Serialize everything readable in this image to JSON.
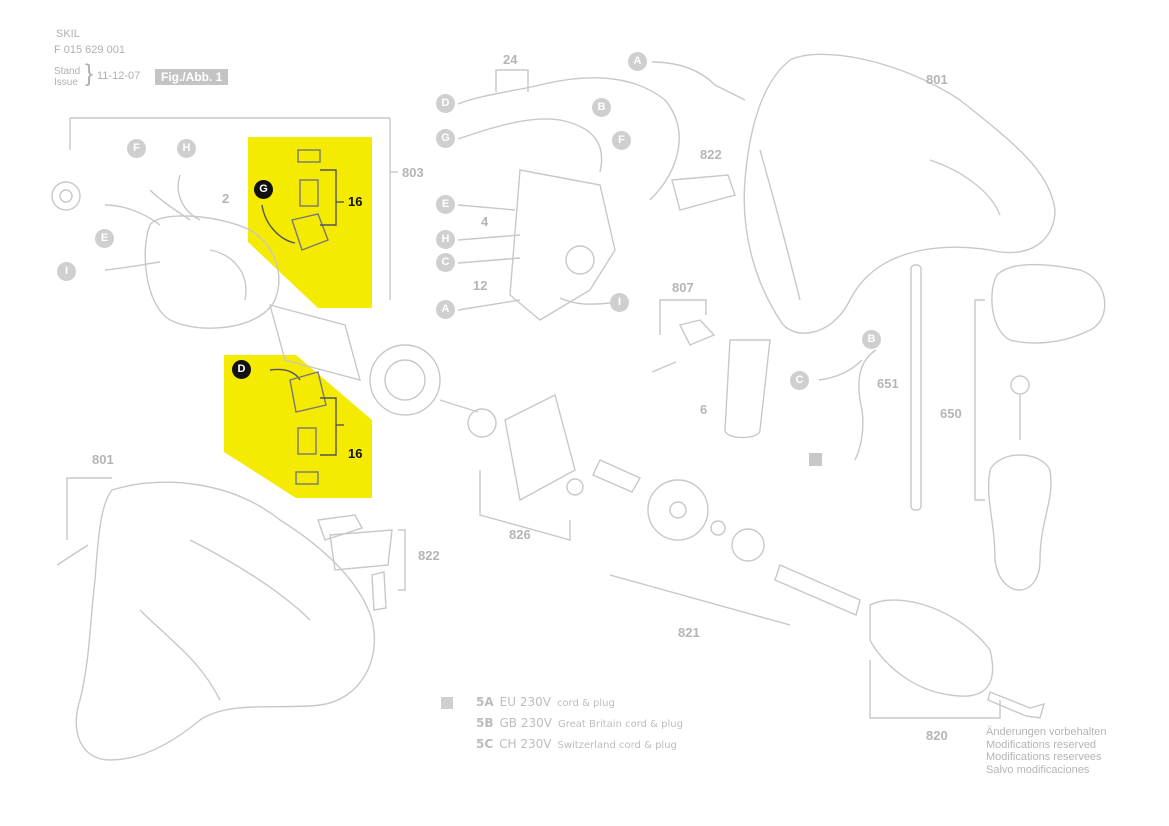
{
  "header": {
    "brand": "SKIL",
    "part_number": "F 015 629 001",
    "stand_label": "Stand",
    "issue_label": "Issue",
    "date": "11-12-07",
    "figure_label": "Fig./Abb. 1"
  },
  "callouts": {
    "A": "A",
    "B": "B",
    "C": "C",
    "D": "D",
    "E": "E",
    "F": "F",
    "G": "G",
    "H": "H",
    "I": "I"
  },
  "part_numbers": {
    "p2": "2",
    "p4": "4",
    "p6": "6",
    "p12": "12",
    "p16": "16",
    "p24": "24",
    "p650": "650",
    "p651": "651",
    "p801": "801",
    "p803": "803",
    "p807": "807",
    "p820": "820",
    "p821": "821",
    "p822": "822",
    "p826": "826"
  },
  "legend": [
    {
      "code": "5A",
      "voltage": "EU 230V",
      "description": "cord & plug"
    },
    {
      "code": "5B",
      "voltage": "GB 230V",
      "description": "Great Britain cord & plug"
    },
    {
      "code": "5C",
      "voltage": "CH 230V",
      "description": "Switzerland cord & plug"
    }
  ],
  "modifications": [
    "Änderungen vorbehalten",
    "Modifications reserved",
    "Modifications reservees",
    "Salvo modificaciones"
  ],
  "colors": {
    "highlight": "#f5eb00",
    "line": "#c8c8c8",
    "dark": "#111111"
  }
}
